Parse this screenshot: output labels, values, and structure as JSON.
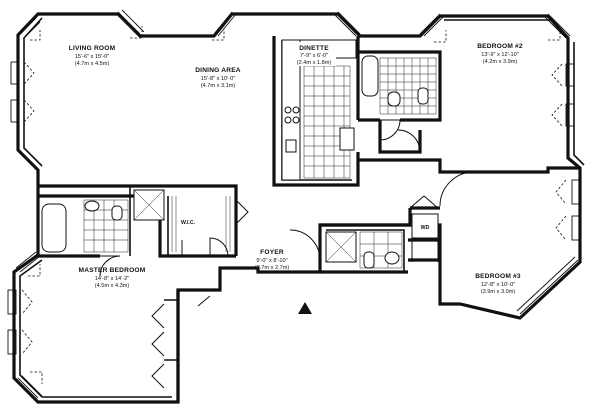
{
  "rooms": {
    "living_room": {
      "name": "LIVING ROOM",
      "dim_ft": "15'-6\" x 15'-0\"",
      "dim_m": "(4.7m x 4.5m)"
    },
    "dining_area": {
      "name": "DINING AREA",
      "dim_ft": "15'-8\" x 10'-0\"",
      "dim_m": "(4.7m x 3.1m)"
    },
    "dinette": {
      "name": "DINETTE",
      "dim_ft": "7'-9\" x 6'-0\"",
      "dim_m": "(2.4m x 1.8m)"
    },
    "bedroom_2": {
      "name": "BEDROOM #2",
      "dim_ft": "13'-9\" x 12'-10\"",
      "dim_m": "(4.2m x 3.9m)"
    },
    "master_bedroom": {
      "name": "MASTER BEDROOM",
      "dim_ft": "14'-8\" x 14'-2\"",
      "dim_m": "(4.5m x 4.3m)"
    },
    "foyer": {
      "name": "FOYER",
      "dim_ft": "9'-0\" x 8'-10\"",
      "dim_m": "(2.7m x 2.7m)"
    },
    "bedroom_3": {
      "name": "BEDROOM #3",
      "dim_ft": "12'-8\" x 10'-0\"",
      "dim_m": "(3.9m x 3.0m)"
    }
  },
  "labels": {
    "wic": "W.I.C.",
    "wd": "WD"
  },
  "icons": {
    "entry": "entry-triangle-icon"
  }
}
